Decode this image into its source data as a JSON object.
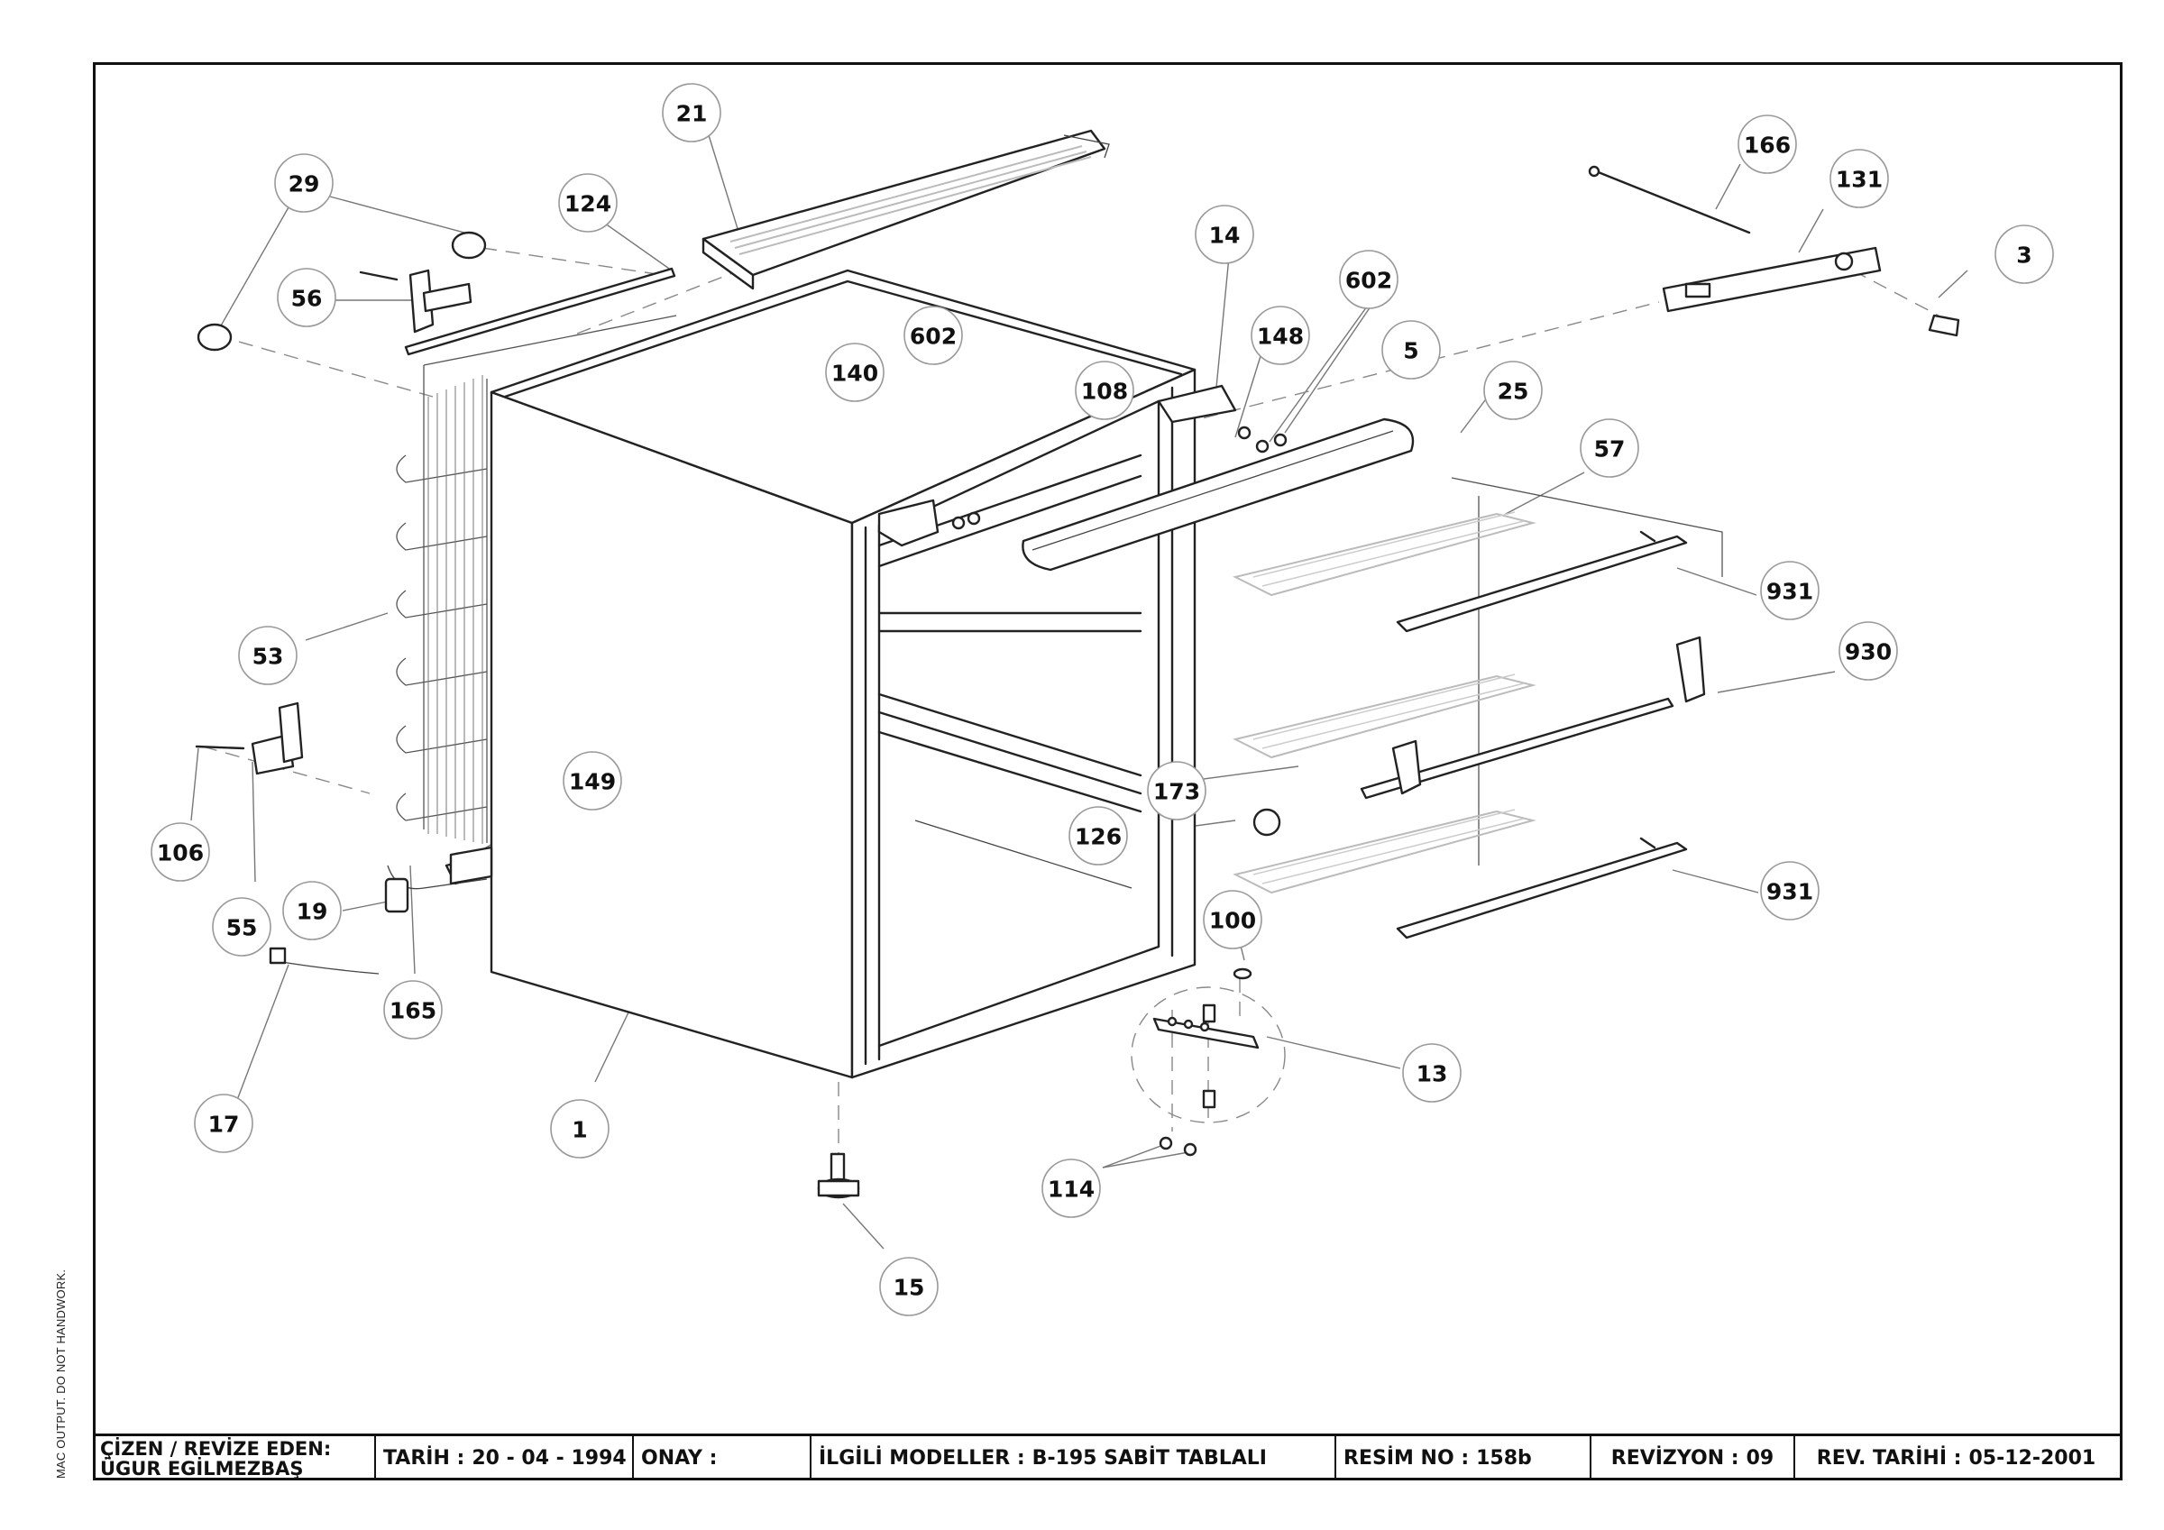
{
  "side_note": "MAC OUTPUT. DO NOT HANDWORK.",
  "title_block": {
    "drawer_label": "ÇİZEN / REVİZE EDEN:",
    "drawer_name": "ÜGUR EGİLMEZBAŞ",
    "date_label": "TARİH :",
    "date_value": "20 - 04 - 1994",
    "approval_label": "ONAY :",
    "models_label": "İLGİLİ MODELLER :",
    "models_value": "B-195 SABİT TABLALI",
    "drawing_no_label": "RESİM NO :",
    "drawing_no_value": "158b",
    "revision_label": "REVİZYON :",
    "revision_value": "09",
    "rev_date_label": "REV. TARİHİ :",
    "rev_date_value": "05-12-2001"
  },
  "part_labels": [
    {
      "id": "p21",
      "text": "21"
    },
    {
      "id": "p29",
      "text": "29"
    },
    {
      "id": "p124",
      "text": "124"
    },
    {
      "id": "p56",
      "text": "56"
    },
    {
      "id": "p14",
      "text": "14"
    },
    {
      "id": "p602a",
      "text": "602"
    },
    {
      "id": "p602b",
      "text": "602"
    },
    {
      "id": "p148",
      "text": "148"
    },
    {
      "id": "p140",
      "text": "140"
    },
    {
      "id": "p108",
      "text": "108"
    },
    {
      "id": "p5",
      "text": "5"
    },
    {
      "id": "p25",
      "text": "25"
    },
    {
      "id": "p57",
      "text": "57"
    },
    {
      "id": "p166",
      "text": "166"
    },
    {
      "id": "p131",
      "text": "131"
    },
    {
      "id": "p3",
      "text": "3"
    },
    {
      "id": "p931a",
      "text": "931"
    },
    {
      "id": "p930",
      "text": "930"
    },
    {
      "id": "p931b",
      "text": "931"
    },
    {
      "id": "p53",
      "text": "53"
    },
    {
      "id": "p149",
      "text": "149"
    },
    {
      "id": "p173",
      "text": "173"
    },
    {
      "id": "p126",
      "text": "126"
    },
    {
      "id": "p106",
      "text": "106"
    },
    {
      "id": "p55",
      "text": "55"
    },
    {
      "id": "p19",
      "text": "19"
    },
    {
      "id": "p165",
      "text": "165"
    },
    {
      "id": "p100",
      "text": "100"
    },
    {
      "id": "p13",
      "text": "13"
    },
    {
      "id": "p17",
      "text": "17"
    },
    {
      "id": "p1",
      "text": "1"
    },
    {
      "id": "p114",
      "text": "114"
    },
    {
      "id": "p15",
      "text": "15"
    }
  ]
}
